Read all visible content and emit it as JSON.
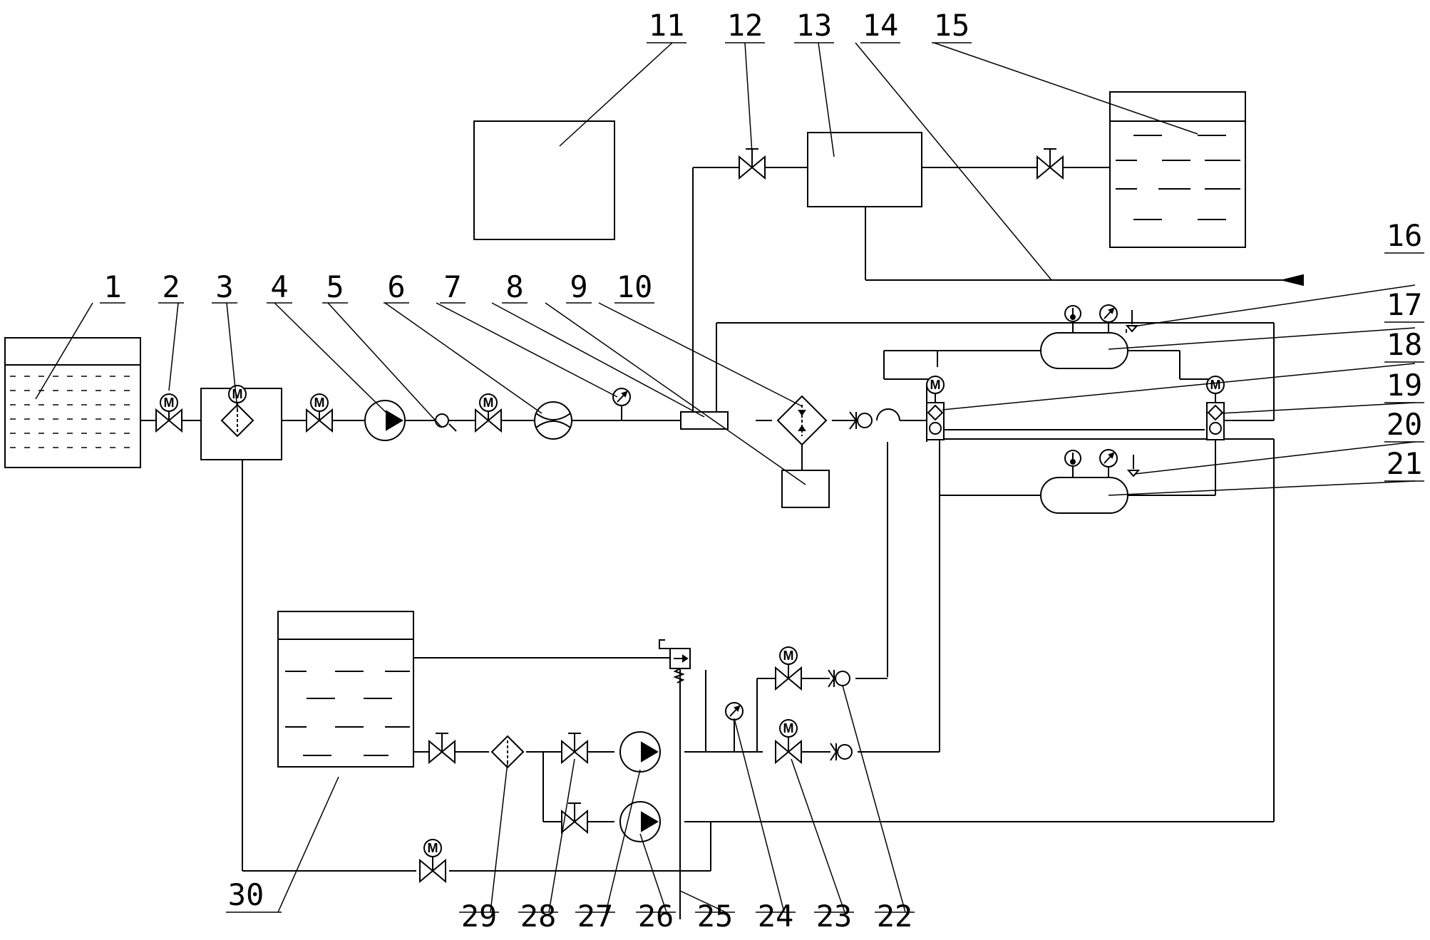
{
  "labels": {
    "n1": "1",
    "n2": "2",
    "n3": "3",
    "n4": "4",
    "n5": "5",
    "n6": "6",
    "n7": "7",
    "n8": "8",
    "n9": "9",
    "n10": "10",
    "n11": "11",
    "n12": "12",
    "n13": "13",
    "n14": "14",
    "n15": "15",
    "n16": "16",
    "n17": "17",
    "n18": "18",
    "n19": "19",
    "n20": "20",
    "n21": "21",
    "n22": "22",
    "n23": "23",
    "n24": "24",
    "n25": "25",
    "n26": "26",
    "n27": "27",
    "n28": "28",
    "n29": "29",
    "n30": "30"
  },
  "motor_label": "M"
}
